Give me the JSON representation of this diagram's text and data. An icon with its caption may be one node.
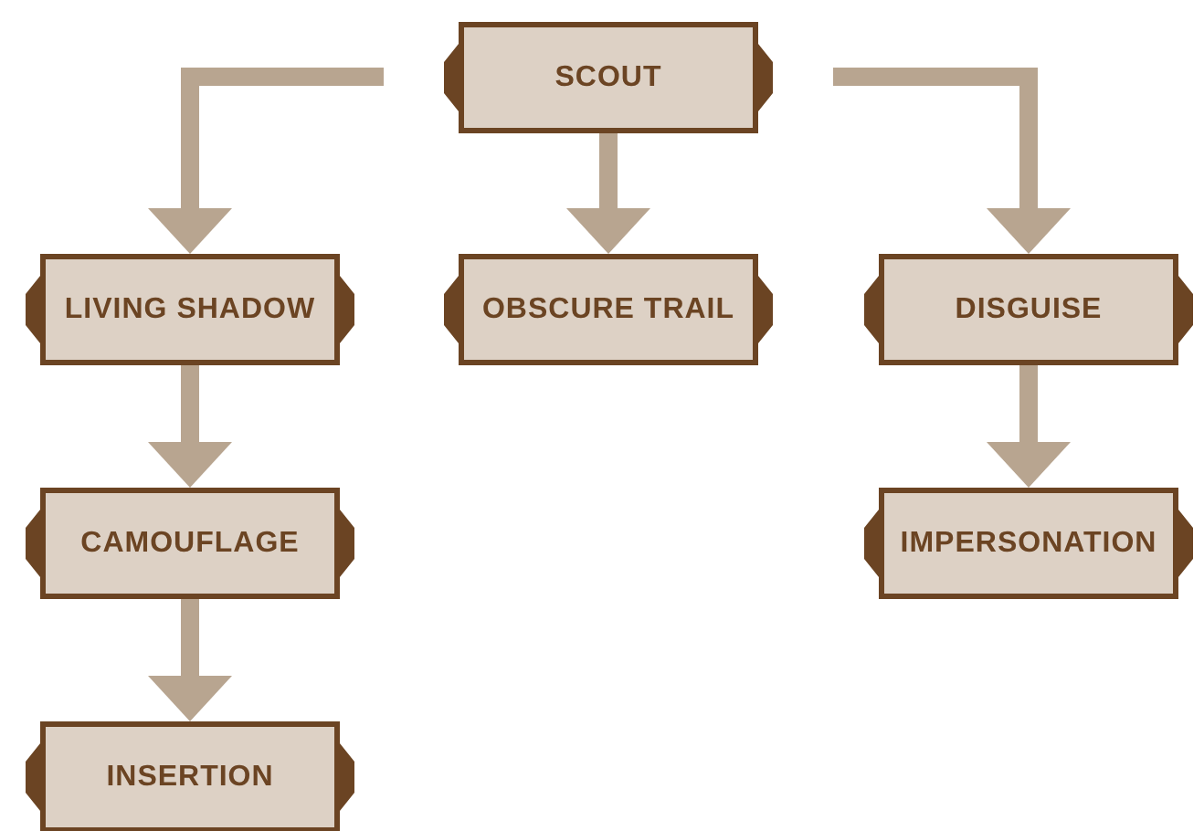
{
  "diagram": {
    "nodes": [
      {
        "text": [
          "SCOUT"
        ]
      },
      {
        "text": [
          "LIVING SHADOW"
        ]
      },
      {
        "text": [
          "OBSCURE TRAIL"
        ]
      },
      {
        "text": [
          "DISGUISE"
        ]
      },
      {
        "text": [
          "CAMOUFLAGE"
        ]
      },
      {
        "text": [
          "IMPERSONATION"
        ]
      },
      {
        "text": [
          "INSERTION"
        ]
      }
    ],
    "edges": [
      {
        "from": 0,
        "to": 1,
        "arrow": "to"
      },
      {
        "from": 0,
        "to": 2,
        "arrow": "to"
      },
      {
        "from": 0,
        "to": 3,
        "arrow": "to"
      },
      {
        "from": 1,
        "to": 4,
        "arrow": "to"
      },
      {
        "from": 3,
        "to": 5,
        "arrow": "to"
      },
      {
        "from": 4,
        "to": 6,
        "arrow": "to"
      }
    ]
  }
}
